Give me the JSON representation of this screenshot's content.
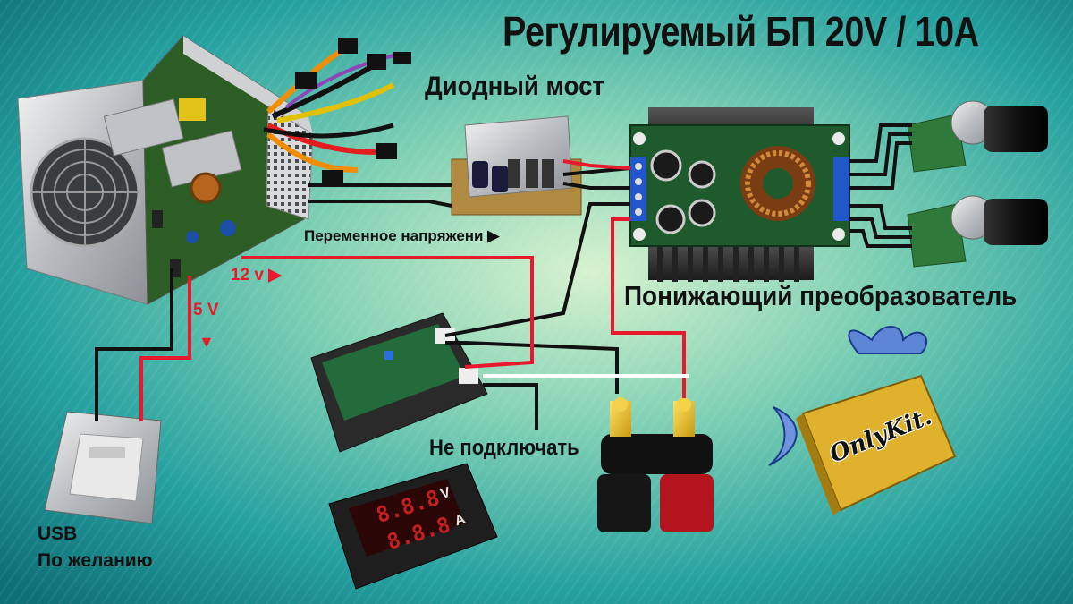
{
  "title": "Регулируемый БП 20V / 10A",
  "labels": {
    "diode_bridge": "Диодный мост",
    "ac_voltage": "Переменное напряжени",
    "v12": "12 v",
    "v5": "5 V",
    "step_down": "Понижающий преобразователь",
    "do_not_connect": "Не подключать",
    "usb": "USB",
    "optional": "По желанию",
    "logo": "OnlyKit."
  },
  "meters": {
    "volt_unit": "V",
    "amp_unit": "A",
    "display_top": "8.8.8",
    "display_bottom": "8.8.8"
  },
  "colors": {
    "wire_red": "#e8192c",
    "wire_black": "#111111",
    "wire_white": "#ffffff",
    "board_green": "#1f5a2a",
    "bg_teal": "#1c9b9c"
  },
  "icons": [
    "atx-power-supply-icon",
    "diode-bridge-icon",
    "step-down-converter-icon",
    "potentiometer-icon",
    "usb-port-icon",
    "volt-amp-meter-icon",
    "binding-post-icon",
    "onlykit-logo-icon"
  ]
}
